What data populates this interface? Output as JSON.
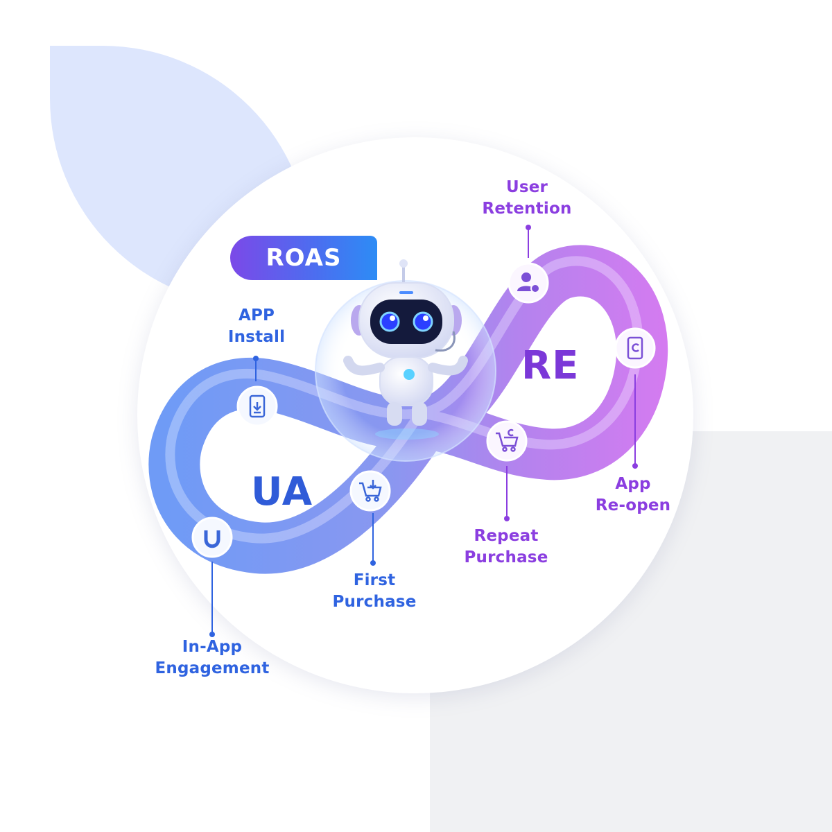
{
  "badge": {
    "label": "ROAS"
  },
  "loops": {
    "left": "UA",
    "right": "RE"
  },
  "labels": {
    "app_install": "APP\nInstall",
    "in_app_engagement": "In-App\nEngagement",
    "first_purchase": "First\nPurchase",
    "user_retention": "User\nRetention",
    "app_reopen": "App\nRe-open",
    "repeat_purchase": "Repeat\nPurchase"
  },
  "icons": {
    "app_install": "phone-download-icon",
    "in_app_engagement": "magnet-icon",
    "first_purchase": "cart-download-icon",
    "user_retention": "user-check-icon",
    "app_reopen": "phone-refresh-icon",
    "repeat_purchase": "cart-refresh-icon"
  },
  "colors": {
    "ua_blue": "#2f63e0",
    "re_purple": "#8b3ee0",
    "bg_blue_blob": "#dde6fd",
    "bg_grey_blob": "#f0f1f3"
  }
}
